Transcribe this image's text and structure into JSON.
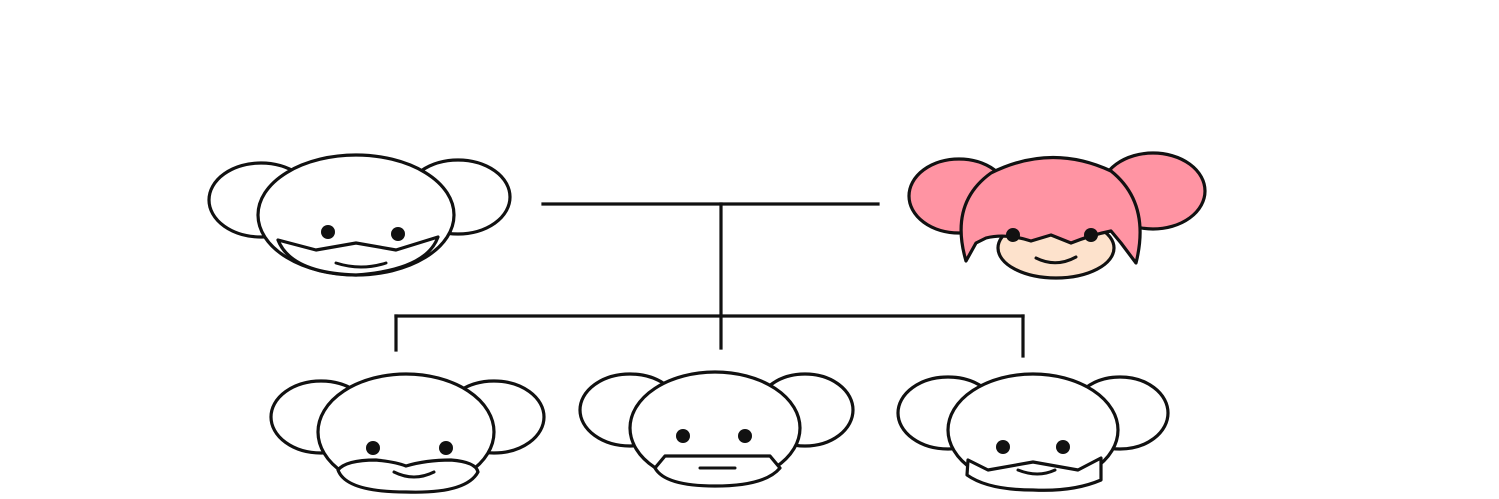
{
  "diagram": {
    "type": "family-tree",
    "generations": 2,
    "parents": [
      {
        "id": "parent-left",
        "face": "white-face-icon",
        "fill": "#ffffff",
        "skin": "#ffffff"
      },
      {
        "id": "parent-right",
        "face": "pink-face-icon",
        "fill": "#ff94a3",
        "skin": "#fde2cc"
      }
    ],
    "children": [
      {
        "id": "child-1",
        "face": "white-face-icon",
        "fill": "#ffffff",
        "skin": "#ffffff"
      },
      {
        "id": "child-2",
        "face": "white-face-icon",
        "fill": "#ffffff",
        "skin": "#ffffff"
      },
      {
        "id": "child-3",
        "face": "white-face-icon",
        "fill": "#ffffff",
        "skin": "#ffffff"
      }
    ]
  },
  "colors": {
    "background": "#ffffff",
    "outline": "#111111",
    "pink": "#ff94a3",
    "skin": "#fde2cc"
  }
}
